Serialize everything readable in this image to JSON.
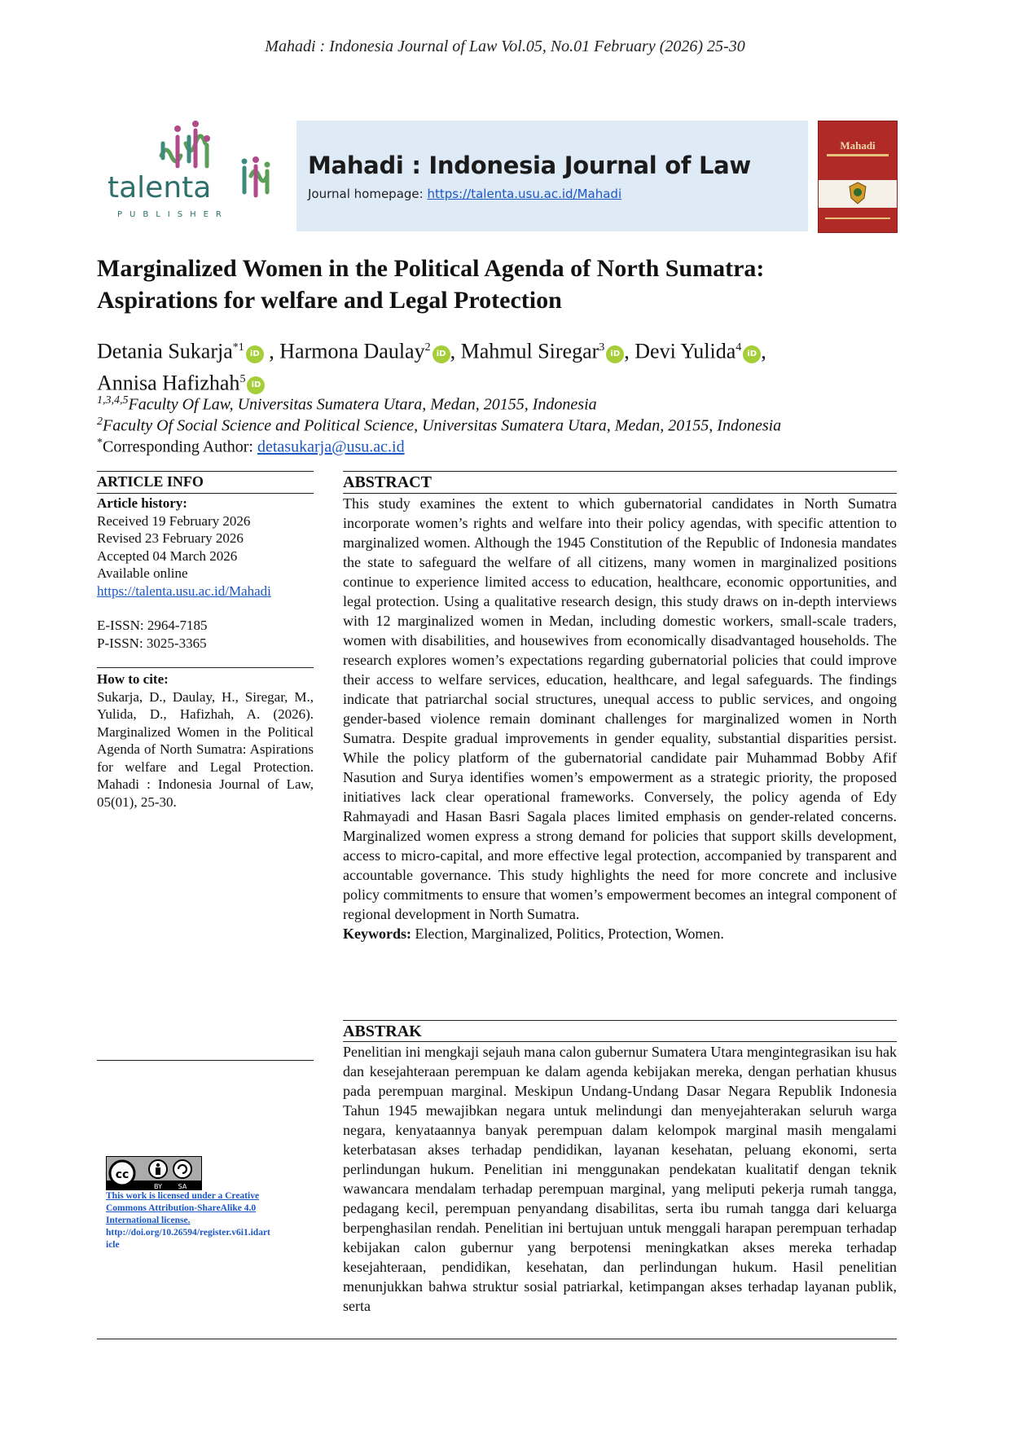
{
  "running_header": "Mahadi : Indonesia Journal of Law Vol.05, No.01 February (2026) 25-30",
  "publisher": {
    "logo_word": "talenta",
    "logo_sub": "PUBLISHER"
  },
  "journal": {
    "name": "Mahadi : Indonesia Journal of Law",
    "homepage_label": "Journal homepage: ",
    "homepage_url": "https://talenta.usu.ac.id/Mahadi",
    "cover_title": "Mahadi"
  },
  "paper": {
    "title_line1": "Marginalized Women in the Political Agenda of North Sumatra:",
    "title_line2": "Aspirations for welfare and Legal Protection",
    "authors": [
      {
        "name": "Detania Sukarja",
        "sup": "*1"
      },
      {
        "name": "Harmona Daulay",
        "sup": "2"
      },
      {
        "name": "Mahmul Siregar",
        "sup": "3"
      },
      {
        "name": "Devi Yulida",
        "sup": "4"
      },
      {
        "name": "Annisa Hafizhah",
        "sup": "5"
      }
    ],
    "affiliations": [
      {
        "sup": "1,3,4,5",
        "text": "Faculty Of Law, Universitas Sumatera Utara, Medan, 20155, Indonesia"
      },
      {
        "sup": "2",
        "text": "Faculty Of Social Science and Political Science, Universitas Sumatera Utara, Medan, 20155, Indonesia"
      }
    ],
    "corresponding_label": "Corresponding Author: ",
    "corresponding_email": "detasukarja@usu.ac.id"
  },
  "article_info": {
    "heading": "ARTICLE INFO",
    "history_label": "Article history:",
    "received": "Received 19 February 2026",
    "revised": "Revised 23 February 2026",
    "accepted": "Accepted 04 March 2026",
    "available": "Available online",
    "url": "https://talenta.usu.ac.id/Mahadi",
    "eissn": "E-ISSN: 2964-7185",
    "pissn": "P-ISSN: 3025-3365"
  },
  "cite": {
    "heading": "How to cite:",
    "text": "Sukarja, D., Daulay, H., Siregar, M., Yulida, D., Hafizhah, A. (2026). Marginalized Women in the Political Agenda of North Sumatra: Aspirations for welfare and Legal Protection. Mahadi : Indonesia Journal of Law, 05(01), 25-30."
  },
  "license": {
    "badge_by": "BY",
    "badge_sa": "SA",
    "line1": "This work is licensed under a Creative",
    "line2": "Commons Attribution-ShareAlike 4.0",
    "line3": "International license.",
    "doi1": "http://doi.org/10.26594/register.v6i1.idart",
    "doi2": "icle"
  },
  "abstract": {
    "heading": "ABSTRACT",
    "text": "This study examines the extent to which gubernatorial candidates in North Sumatra incorporate women’s rights and welfare into their policy agendas, with specific attention to marginalized women. Although the 1945 Constitution of the Republic of Indonesia mandates the state to safeguard the welfare of all citizens, many women in marginalized positions continue to experience limited access to education, healthcare, economic opportunities, and legal protection. Using a qualitative research design, this study draws on in-depth interviews with 12 marginalized women in Medan, including domestic workers, small-scale traders, women with disabilities, and housewives from economically disadvantaged households. The research explores women’s expectations regarding gubernatorial policies that could improve their access to welfare services, education, healthcare, and legal safeguards. The findings indicate that patriarchal social structures, unequal access to public services, and ongoing gender-based violence remain dominant challenges for marginalized women in North Sumatra. Despite gradual improvements in gender equality, substantial disparities persist. While the policy platform of the gubernatorial candidate pair Muhammad Bobby Afif Nasution and Surya identifies women’s empowerment as a strategic priority, the proposed initiatives lack clear operational frameworks. Conversely, the policy agenda of Edy Rahmayadi and Hasan Basri Sagala places limited emphasis on gender-related concerns. Marginalized women express a strong demand for policies that support skills development, access to micro-capital, and more effective legal protection, accompanied by transparent and accountable governance. This study highlights the need for more concrete and inclusive policy commitments to ensure that women’s empowerment becomes an integral component of regional development in North Sumatra.",
    "keywords_label": "Keywords:",
    "keywords": " Election, Marginalized, Politics, Protection, Women."
  },
  "abstrak": {
    "heading": "ABSTRAK",
    "text": "Penelitian ini mengkaji sejauh mana calon gubernur Sumatera Utara mengintegrasikan isu hak dan kesejahteraan perempuan ke dalam agenda kebijakan mereka, dengan perhatian khusus pada perempuan marginal. Meskipun Undang-Undang Dasar Negara Republik Indonesia Tahun 1945 mewajibkan negara untuk melindungi dan menyejahterakan seluruh warga negara, kenyataannya banyak perempuan dalam kelompok marginal masih mengalami keterbatasan akses terhadap pendidikan, layanan kesehatan, peluang ekonomi, serta perlindungan hukum. Penelitian ini menggunakan pendekatan kualitatif dengan teknik wawancara mendalam terhadap perempuan marginal, yang meliputi pekerja rumah tangga, pedagang kecil, perempuan penyandang disabilitas, serta ibu rumah tangga dari keluarga berpenghasilan rendah. Penelitian ini bertujuan untuk menggali harapan perempuan terhadap kebijakan calon gubernur yang berpotensi meningkatkan akses mereka terhadap kesejahteraan, pendidikan, kesehatan, dan perlindungan hukum. Hasil penelitian menunjukkan bahwa struktur sosial patriarkal, ketimpangan akses terhadap layanan publik, serta"
  }
}
